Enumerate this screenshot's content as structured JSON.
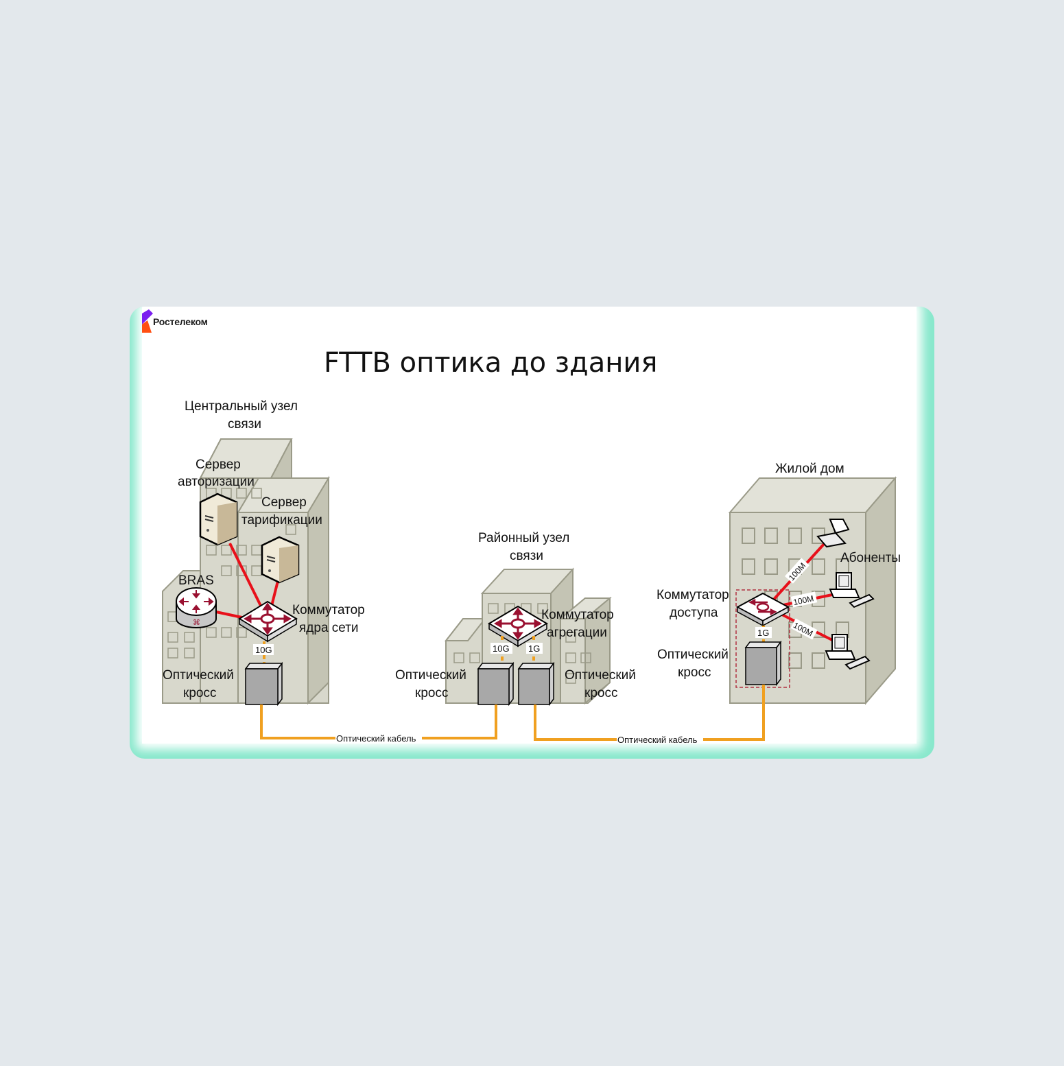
{
  "brand": {
    "name": "Ростелеком",
    "colors": {
      "purple": "#7a1ff0",
      "orange": "#ff4f12",
      "mint": "#88e8cc",
      "background": "#e3e8ec"
    }
  },
  "title": "FTTB  оптика до здания",
  "colors": {
    "building_face": "#d8d8cc",
    "building_side": "#c4c4b4",
    "building_roof": "#e2e2d8",
    "link_red": "#e8101a",
    "fiber_orange": "#f0a020",
    "switch_arrows": "#9a1030",
    "cross_fill": "#a8a8a8"
  },
  "central_node": {
    "label_line1": "Центральный узел",
    "label_line2": "связи",
    "auth_server": {
      "line1": "Сервер",
      "line2": "авторизации"
    },
    "billing_server": {
      "line1": "Сервер",
      "line2": "тарификации"
    },
    "bras": "BRAS",
    "core_switch": {
      "line1": "Коммутатор",
      "line2": "ядра сети"
    },
    "uplink_speed": "10G",
    "optical_cross": {
      "line1": "Оптический",
      "line2": "кросс"
    }
  },
  "district_node": {
    "label_line1": "Районный узел",
    "label_line2": "связи",
    "agg_switch": {
      "line1": "Коммутатор",
      "line2": "агрегации"
    },
    "speed_left": "10G",
    "speed_right": "1G",
    "optical_cross_left": {
      "line1": "Оптический",
      "line2": "кросс"
    },
    "optical_cross_right": {
      "line1": "Оптический",
      "line2": "кросс"
    }
  },
  "residential": {
    "label": "Жилой дом",
    "subscribers": "Абоненты",
    "access_switch": {
      "line1": "Коммутатор",
      "line2": "доступа"
    },
    "uplink_speed": "1G",
    "subscriber_speeds": [
      "100M",
      "100M",
      "100M"
    ],
    "optical_cross": {
      "line1": "Оптический",
      "line2": "кросс"
    }
  },
  "cables": [
    {
      "label": "Оптический кабель"
    },
    {
      "label": "Оптический кабель"
    }
  ]
}
